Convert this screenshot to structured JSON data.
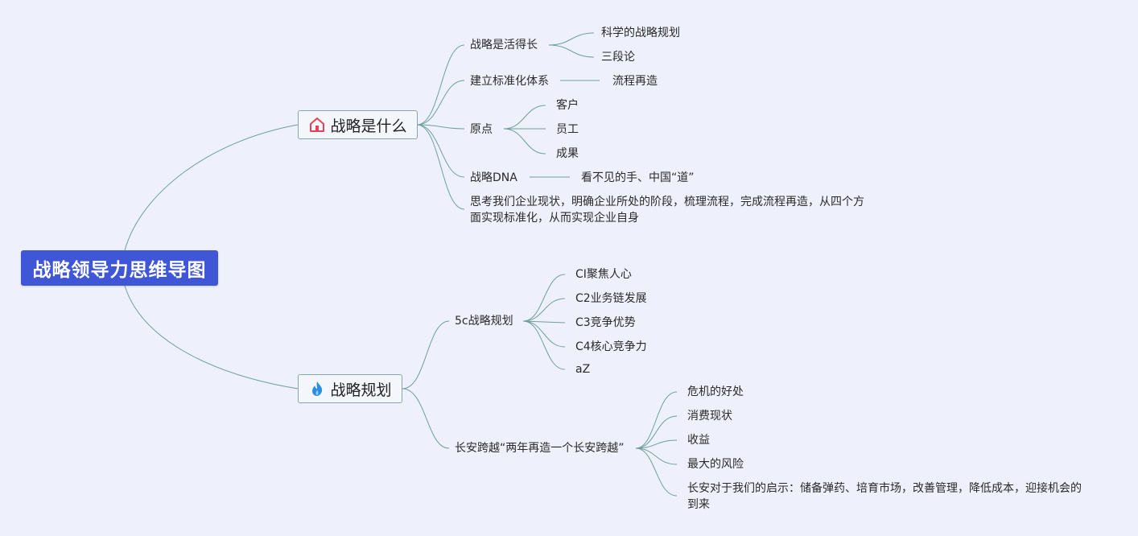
{
  "colors": {
    "background": "#eef0fb",
    "root": "#3f56d6",
    "line": "#6fa09a",
    "house_icon": "#e0435a",
    "flame_icon": "#2a8fe0"
  },
  "root": {
    "label": "战略领导力思维导图"
  },
  "branch1": {
    "label": "战略是什么",
    "icon": "house-icon",
    "children": {
      "c1": {
        "label": "战略是活得长",
        "children": [
          "科学的战略规划",
          "三段论"
        ]
      },
      "c2": {
        "label": "建立标准化体系",
        "children": [
          "流程再造"
        ]
      },
      "c3": {
        "label": "原点",
        "children": [
          "客户",
          "员工",
          "成果"
        ]
      },
      "c4": {
        "label": "战略DNA",
        "children": [
          "看不见的手、中国“道”"
        ]
      },
      "c5": {
        "label": "思考我们企业现状，明确企业所处的阶段，梳理流程，完成流程再造，从四个方面实现标准化，从而实现企业自身"
      }
    }
  },
  "branch2": {
    "label": "战略规划",
    "icon": "flame-icon",
    "children": {
      "c1": {
        "label": "5c战略规划",
        "children": [
          "CI聚焦人心",
          "C2业务链发展",
          "C3竞争优势",
          "C4核心竞争力",
          "aZ"
        ]
      },
      "c2": {
        "label": "长安跨越“两年再造一个长安跨越”",
        "children": [
          "危机的好处",
          "消费现状",
          "收益",
          "最大的风险",
          "长安对于我们的启示：储备弹药、培育市场，改善管理，降低成本，迎接机会的到来"
        ]
      }
    }
  }
}
